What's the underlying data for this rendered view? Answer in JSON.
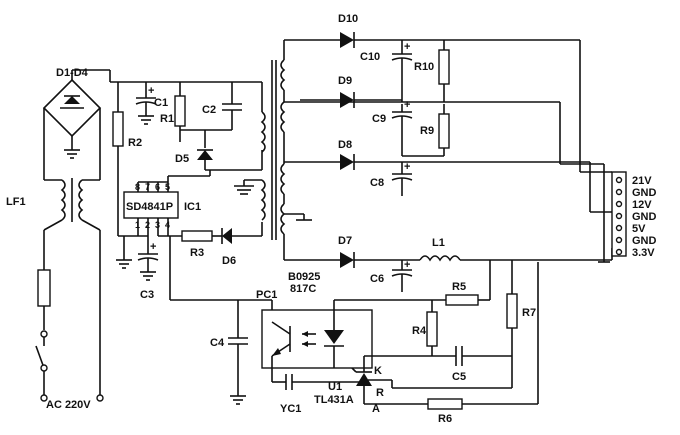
{
  "labels": {
    "bridge": "D1-D4",
    "filter": "LF1",
    "ac": "AC 220V",
    "c1": "C1",
    "r1": "R1",
    "c2": "C2",
    "r2": "R2",
    "d5": "D5",
    "ic_part": "SD4841P",
    "ic_ref": "IC1",
    "r3": "R3",
    "d6": "D6",
    "c3": "C3",
    "c4": "C4",
    "pc1": "PC1",
    "pc_part1": "B0925",
    "pc_part2": "817C",
    "yc1": "YC1",
    "u1": "U1",
    "u1_part": "TL431A",
    "pin_k": "K",
    "pin_r": "R",
    "pin_a": "A",
    "r4": "R4",
    "r5": "R5",
    "r6": "R6",
    "r7": "R7",
    "c5": "C5",
    "l1": "L1",
    "d7": "D7",
    "d8": "D8",
    "d9": "D9",
    "d10": "D10",
    "c6": "C6",
    "c8": "C8",
    "c9": "C9",
    "c10": "C10",
    "r9": "R9",
    "r10": "R10",
    "plus": "+"
  },
  "ic_pins": {
    "top": [
      "8",
      "7",
      "6",
      "5"
    ],
    "bottom": [
      "1",
      "2",
      "3",
      "4"
    ]
  },
  "outputs": [
    "21V",
    "GND",
    "12V",
    "GND",
    "5V",
    "GND",
    "3.3V"
  ]
}
